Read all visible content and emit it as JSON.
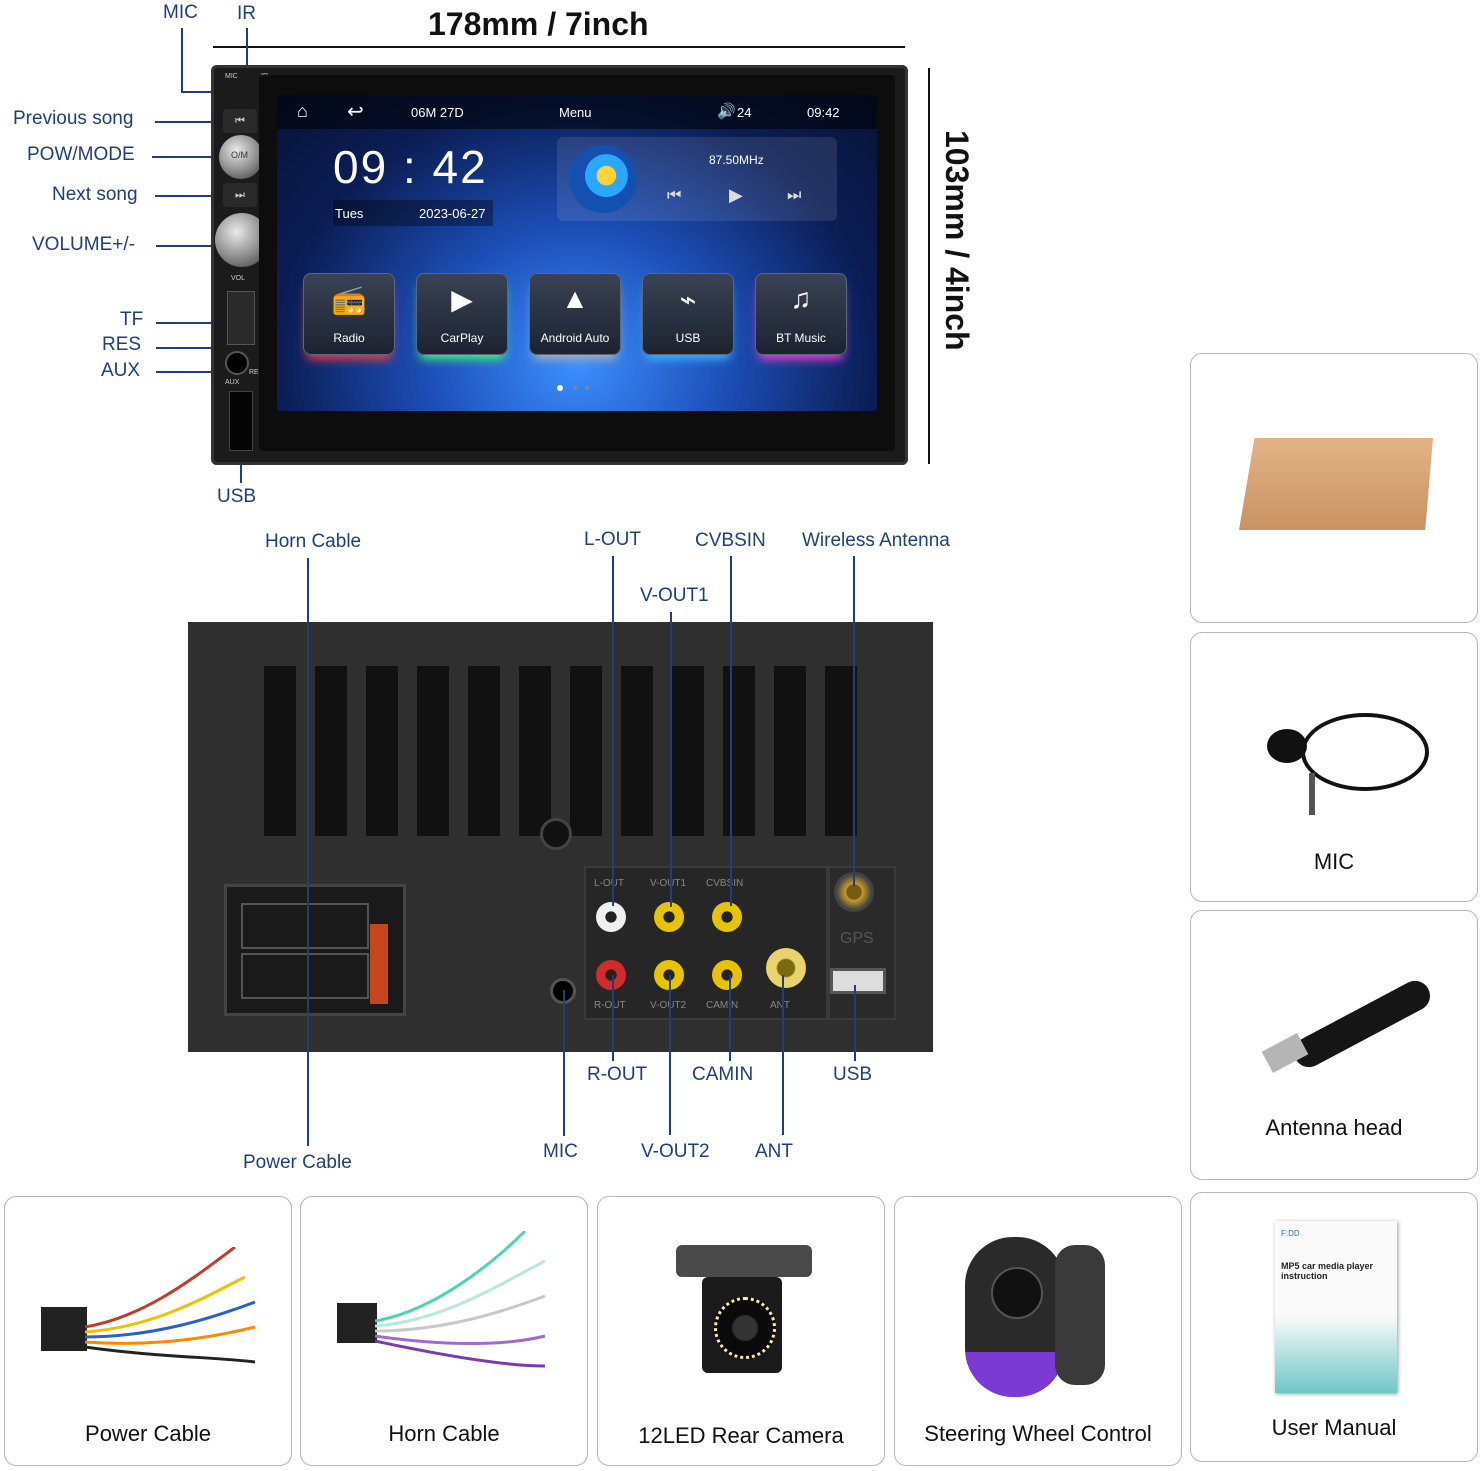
{
  "dimensions": {
    "width": "178mm / 7inch",
    "height": "103mm / 4inch"
  },
  "front_labels": {
    "mic": "MIC",
    "ir": "IR",
    "previous_song": "Previous song",
    "pow_mode": "POW/MODE",
    "next_song": "Next song",
    "volume": "VOLUME+/-",
    "tf": "TF",
    "res": "RES",
    "aux": "AUX",
    "usb": "USB"
  },
  "panel_marks": {
    "mic": "MIC",
    "ir": "IR",
    "pow": "O/M",
    "vol": "VOL",
    "aux": "AUX",
    "res": "RES"
  },
  "screen": {
    "date_code": "06M 27D",
    "menu": "Menu",
    "volume": "24",
    "status_time": "09:42",
    "clock": "09 : 42",
    "weekday": "Tues",
    "date": "2023-06-27",
    "frequency": "87.50MHz",
    "apps": [
      {
        "name": "Radio",
        "icon": "radio-icon",
        "glow": "#ff3b3b"
      },
      {
        "name": "CarPlay",
        "icon": "play-circle-icon",
        "glow": "#3bff6a"
      },
      {
        "name": "Android Auto",
        "icon": "android-auto-icon",
        "glow": "#b0b0b0"
      },
      {
        "name": "USB",
        "icon": "usb-icon",
        "glow": "#3bb8ff"
      },
      {
        "name": "BT Music",
        "icon": "music-note-icon",
        "glow": "#ff3bd8"
      }
    ]
  },
  "rear_labels": {
    "horn_cable": "Horn Cable",
    "l_out": "L-OUT",
    "cvbsin": "CVBSIN",
    "wireless_antenna": "Wireless Antenna",
    "v_out1": "V-OUT1",
    "r_out": "R-OUT",
    "camin": "CAMIN",
    "usb": "USB",
    "power_cable": "Power Cable",
    "mic": "MIC",
    "v_out2": "V-OUT2",
    "ant": "ANT"
  },
  "rear_marks": {
    "top": [
      "L-OUT",
      "V-OUT1",
      "CVBSIN"
    ],
    "bottom": [
      "R-OUT",
      "V-OUT2",
      "CAMIN",
      "ANT"
    ],
    "gps": "GPS"
  },
  "accessories": {
    "box": "",
    "mic": "MIC",
    "antenna": "Antenna head",
    "power_cable": "Power Cable",
    "horn_cable": "Horn Cable",
    "rear_camera": "12LED Rear Camera",
    "steering": "Steering Wheel Control",
    "manual": "User Manual",
    "manual_cover": "MP5 car media player instruction",
    "manual_brand": "F:DD"
  },
  "colors": {
    "label": "#1f3f7a",
    "rca_white": "#ffffff",
    "rca_red": "#d42a2a",
    "rca_yellow": "#e8c400",
    "box": "#d9a878"
  }
}
